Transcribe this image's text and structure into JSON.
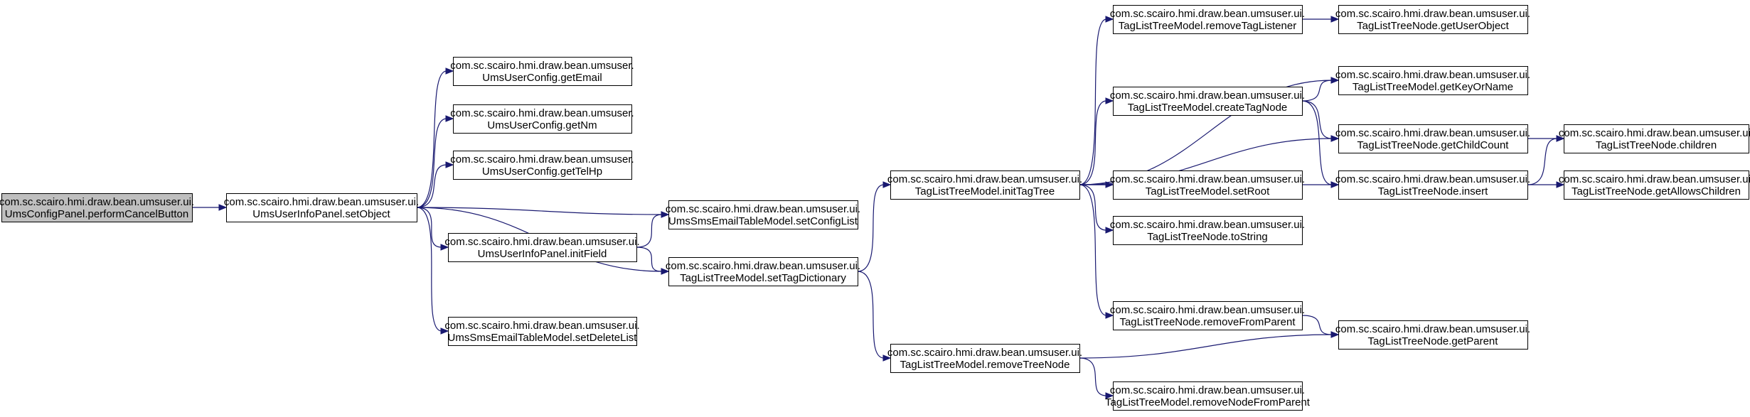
{
  "nodes": [
    {
      "id": "n0",
      "line1": "com.sc.scairo.hmi.draw.bean.umsuser.ui.",
      "line2": "UmsConfigPanel.performCancelButton",
      "root": true
    },
    {
      "id": "n1",
      "line1": "com.sc.scairo.hmi.draw.bean.umsuser.ui.",
      "line2": "UmsUserInfoPanel.setObject"
    },
    {
      "id": "n2",
      "line1": "com.sc.scairo.hmi.draw.bean.umsuser.",
      "line2": "UmsUserConfig.getEmail"
    },
    {
      "id": "n3",
      "line1": "com.sc.scairo.hmi.draw.bean.umsuser.",
      "line2": "UmsUserConfig.getNm"
    },
    {
      "id": "n4",
      "line1": "com.sc.scairo.hmi.draw.bean.umsuser.",
      "line2": "UmsUserConfig.getTelHp"
    },
    {
      "id": "n5",
      "line1": "com.sc.scairo.hmi.draw.bean.umsuser.ui.",
      "line2": "UmsUserInfoPanel.initField"
    },
    {
      "id": "n6",
      "line1": "com.sc.scairo.hmi.draw.bean.umsuser.ui.",
      "line2": "UmsSmsEmailTableModel.setDeleteList"
    },
    {
      "id": "n7",
      "line1": "com.sc.scairo.hmi.draw.bean.umsuser.ui.",
      "line2": "UmsSmsEmailTableModel.setConfigList"
    },
    {
      "id": "n8",
      "line1": "com.sc.scairo.hmi.draw.bean.umsuser.ui.",
      "line2": "TagListTreeModel.setTagDictionary"
    },
    {
      "id": "n9",
      "line1": "com.sc.scairo.hmi.draw.bean.umsuser.ui.",
      "line2": "TagListTreeModel.initTagTree"
    },
    {
      "id": "n10",
      "line1": "com.sc.scairo.hmi.draw.bean.umsuser.ui.",
      "line2": "TagListTreeModel.removeTreeNode"
    },
    {
      "id": "n11",
      "line1": "com.sc.scairo.hmi.draw.bean.umsuser.ui.",
      "line2": "TagListTreeModel.removeTagListener"
    },
    {
      "id": "n12",
      "line1": "com.sc.scairo.hmi.draw.bean.umsuser.ui.",
      "line2": "TagListTreeModel.createTagNode"
    },
    {
      "id": "n13",
      "line1": "com.sc.scairo.hmi.draw.bean.umsuser.ui.",
      "line2": "TagListTreeModel.setRoot"
    },
    {
      "id": "n14",
      "line1": "com.sc.scairo.hmi.draw.bean.umsuser.ui.",
      "line2": "TagListTreeNode.toString"
    },
    {
      "id": "n15",
      "line1": "com.sc.scairo.hmi.draw.bean.umsuser.ui.",
      "line2": "TagListTreeNode.removeFromParent"
    },
    {
      "id": "n16",
      "line1": "com.sc.scairo.hmi.draw.bean.umsuser.ui.",
      "line2": "TagListTreeModel.removeNodeFromParent"
    },
    {
      "id": "n17",
      "line1": "com.sc.scairo.hmi.draw.bean.umsuser.ui.",
      "line2": "TagListTreeNode.getUserObject"
    },
    {
      "id": "n18",
      "line1": "com.sc.scairo.hmi.draw.bean.umsuser.ui.",
      "line2": "TagListTreeModel.getKeyOrName"
    },
    {
      "id": "n19",
      "line1": "com.sc.scairo.hmi.draw.bean.umsuser.ui.",
      "line2": "TagListTreeNode.getChildCount"
    },
    {
      "id": "n20",
      "line1": "com.sc.scairo.hmi.draw.bean.umsuser.ui.",
      "line2": "TagListTreeNode.insert"
    },
    {
      "id": "n21",
      "line1": "com.sc.scairo.hmi.draw.bean.umsuser.ui.",
      "line2": "TagListTreeNode.getParent"
    },
    {
      "id": "n22",
      "line1": "com.sc.scairo.hmi.draw.bean.umsuser.ui.",
      "line2": "TagListTreeNode.children"
    },
    {
      "id": "n23",
      "line1": "com.sc.scairo.hmi.draw.bean.umsuser.ui.",
      "line2": "TagListTreeNode.getAllowsChildren"
    }
  ],
  "edges": [
    [
      "n0",
      "n1"
    ],
    [
      "n1",
      "n2"
    ],
    [
      "n1",
      "n3"
    ],
    [
      "n1",
      "n4"
    ],
    [
      "n1",
      "n5"
    ],
    [
      "n1",
      "n6"
    ],
    [
      "n1",
      "n7"
    ],
    [
      "n1",
      "n8"
    ],
    [
      "n5",
      "n7"
    ],
    [
      "n5",
      "n8"
    ],
    [
      "n8",
      "n9"
    ],
    [
      "n8",
      "n10"
    ],
    [
      "n9",
      "n11"
    ],
    [
      "n9",
      "n18"
    ],
    [
      "n9",
      "n12"
    ],
    [
      "n9",
      "n19"
    ],
    [
      "n9",
      "n13"
    ],
    [
      "n9",
      "n14"
    ],
    [
      "n9",
      "n20"
    ],
    [
      "n9",
      "n15"
    ],
    [
      "n10",
      "n21"
    ],
    [
      "n10",
      "n16"
    ],
    [
      "n11",
      "n17"
    ],
    [
      "n12",
      "n18"
    ],
    [
      "n12",
      "n19"
    ],
    [
      "n12",
      "n20"
    ],
    [
      "n15",
      "n21"
    ],
    [
      "n20",
      "n22"
    ],
    [
      "n20",
      "n23"
    ],
    [
      "n19",
      "n22"
    ]
  ],
  "colors": {
    "edge": "#191970",
    "root_fill": "#bfbfbf",
    "node_fill": "#ffffff",
    "node_border": "#000000"
  }
}
